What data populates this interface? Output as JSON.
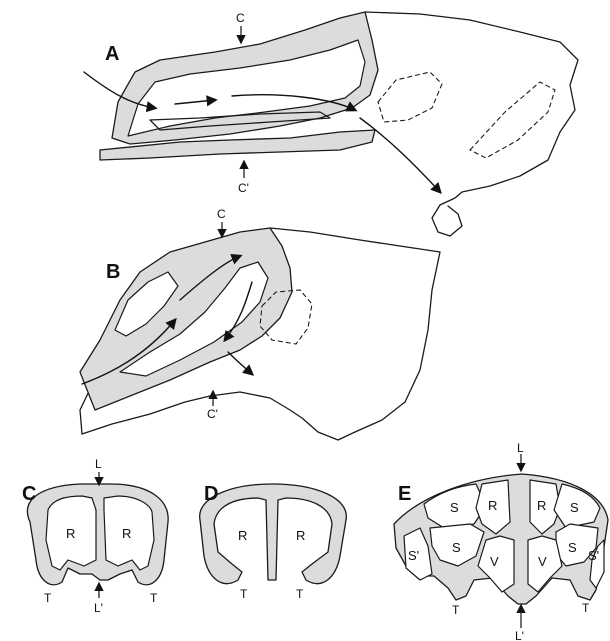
{
  "panels": {
    "A": {
      "label": "A",
      "marks": {
        "C": "C",
        "C_prime": "C'"
      }
    },
    "B": {
      "label": "B",
      "marks": {
        "C": "C",
        "C_prime": "C'"
      }
    },
    "C": {
      "label": "C",
      "marks": {
        "L": "L",
        "L_prime": "L'"
      },
      "cells": [
        "R",
        "R"
      ],
      "tips": [
        "T",
        "T"
      ]
    },
    "D": {
      "label": "D",
      "cells": [
        "R",
        "R"
      ],
      "tips": [
        "T",
        "T"
      ]
    },
    "E": {
      "label": "E",
      "marks": {
        "L": "L",
        "L_prime": "L'"
      },
      "cells": [
        "S",
        "R",
        "R",
        "S",
        "S",
        "S",
        "S'",
        "S'",
        "V",
        "V"
      ],
      "tips": [
        "T",
        "T"
      ]
    }
  }
}
